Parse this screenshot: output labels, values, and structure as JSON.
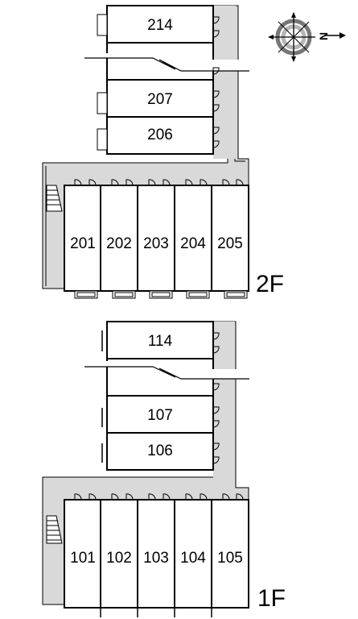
{
  "floors": [
    {
      "label": "2F",
      "corridor_units": [
        "214",
        "207",
        "206"
      ],
      "row_units": [
        "201",
        "202",
        "203",
        "204",
        "205"
      ]
    },
    {
      "label": "1F",
      "corridor_units": [
        "114",
        "107",
        "106"
      ],
      "row_units": [
        "101",
        "102",
        "103",
        "104",
        "105"
      ]
    }
  ],
  "compass": {
    "north_label": "N"
  },
  "colors": {
    "corridor": "#d9d9d9",
    "line": "#000000",
    "background": "#ffffff"
  }
}
